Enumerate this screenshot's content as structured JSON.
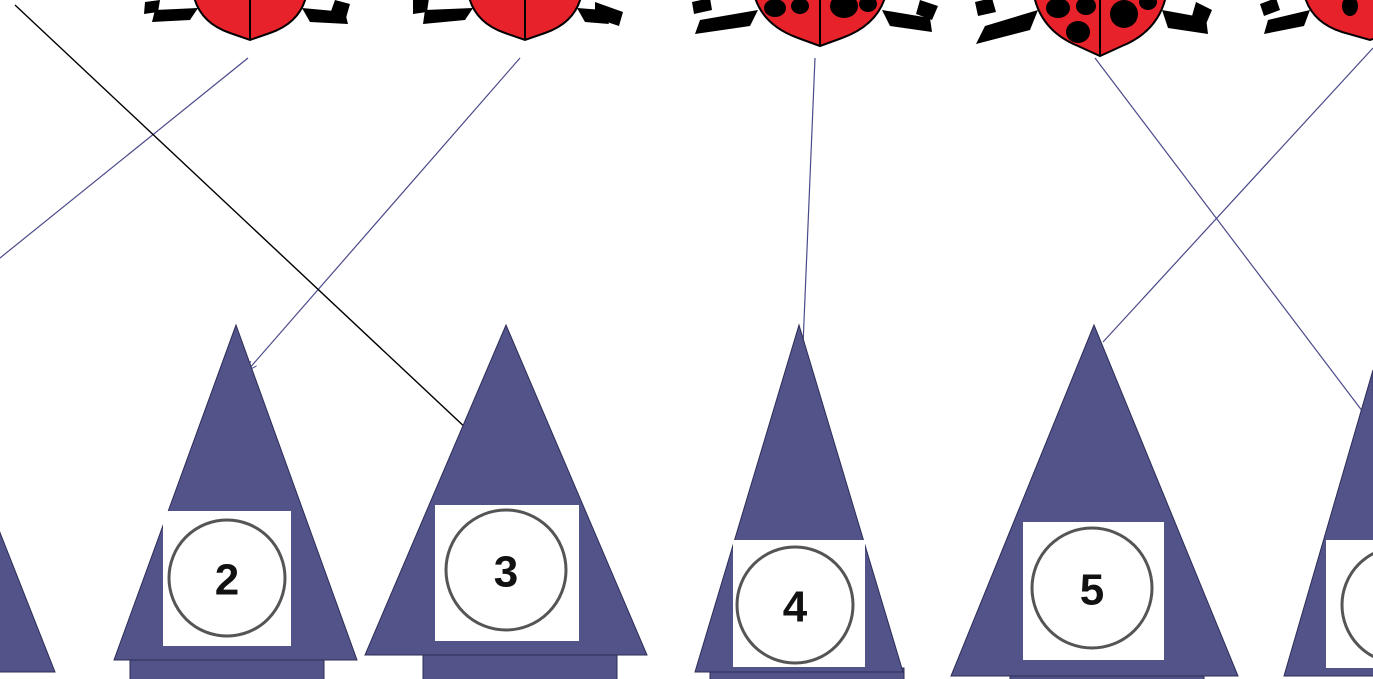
{
  "activity": {
    "ladybug_count": 5,
    "ladybugs": [
      {
        "spots_visible": 0
      },
      {
        "spots_visible": 0
      },
      {
        "spots_visible": 4
      },
      {
        "spots_visible": 5
      },
      {
        "spots_visible": 2
      }
    ],
    "houses": [
      {
        "number": ""
      },
      {
        "number": "2"
      },
      {
        "number": "3"
      },
      {
        "number": "4"
      },
      {
        "number": "5"
      },
      {
        "number": ""
      }
    ]
  },
  "colors": {
    "ladybug_shell": "#e8222a",
    "ladybug_body": "#000000",
    "house_fill": "#525389",
    "house_stroke": "#2c2d57",
    "connector_line": "#4a4a8a",
    "arrow_line": "#000000",
    "label_box": "#ffffff"
  }
}
